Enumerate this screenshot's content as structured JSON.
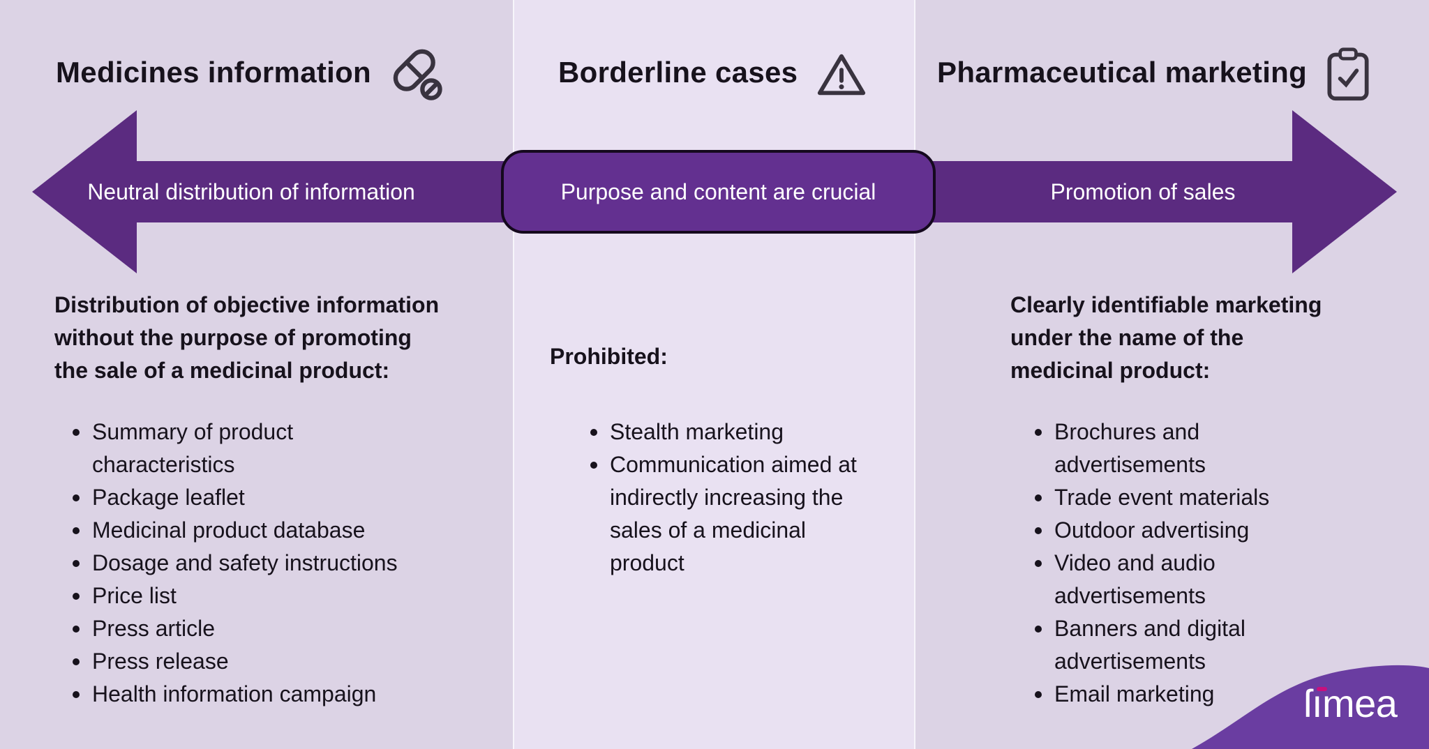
{
  "colors": {
    "side_background": "#dcd3e5",
    "middle_background": "#e9e1f2",
    "arrow_purple": "#5b2b80",
    "box_fill": "#633090",
    "box_border": "#15091e",
    "wave_purple": "#6a3da1",
    "logo_dash_pink": "#c8117e",
    "text_dark": "#17121c",
    "arrow_text": "#ffffff"
  },
  "arrow": {
    "left_label": "Neutral distribution of information",
    "center_label": "Purpose and content are crucial",
    "right_label": "Promotion of sales"
  },
  "columns": [
    {
      "title": "Medicines information",
      "icon": "pills-icon",
      "heading": "Distribution of objective information\nwithout the purpose of promoting\nthe sale of a medicinal product:",
      "bullets": [
        "Summary of product\ncharacteristics",
        "Package leaflet",
        "Medicinal product database",
        "Dosage and safety instructions",
        "Price list",
        "Press article",
        "Press release",
        "Health information campaign"
      ]
    },
    {
      "title": "Borderline cases",
      "icon": "warning-icon",
      "heading": "Prohibited:",
      "bullets": [
        "Stealth marketing",
        "Communication aimed at\nindirectly increasing the\nsales of a medicinal\nproduct"
      ]
    },
    {
      "title": "Pharmaceutical marketing",
      "icon": "clipboard-check-icon",
      "heading": "Clearly identifiable marketing\nunder the name of the\nmedicinal product:",
      "bullets": [
        "Brochures and\nadvertisements",
        "Trade event materials",
        "Outdoor advertising",
        "Video and audio\nadvertisements",
        "Banners and digital\nadvertisements",
        "Email marketing"
      ]
    }
  ],
  "logo": {
    "brand": "fimea",
    "display": "ſımea"
  }
}
